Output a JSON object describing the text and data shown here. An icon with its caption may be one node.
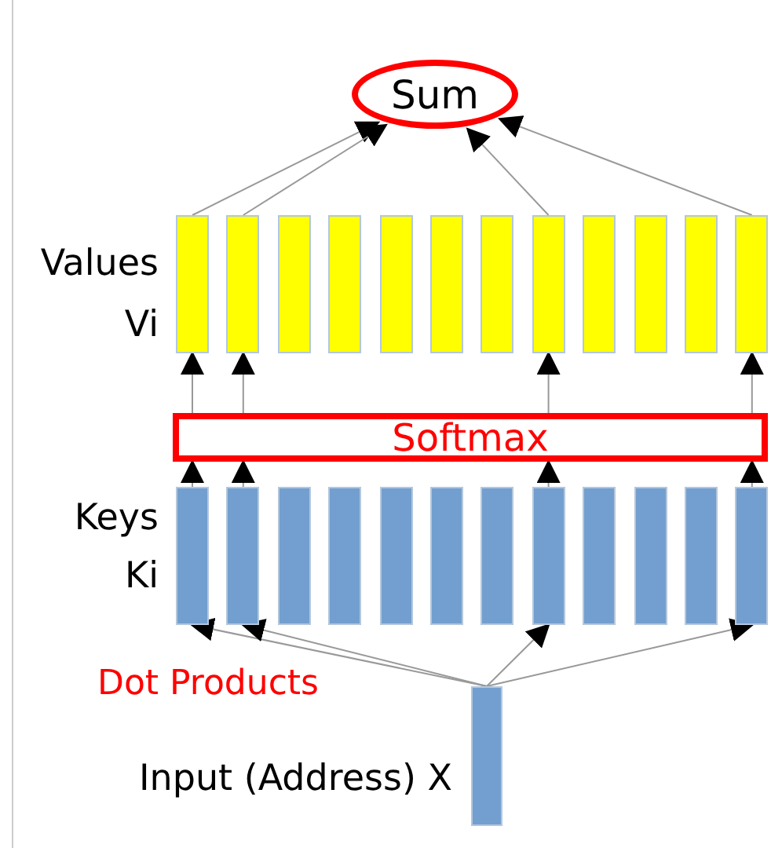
{
  "diagram": {
    "nodes": [
      {
        "text": [
          "Sum"
        ]
      },
      {
        "text": [],
        "shape": "bar"
      },
      {
        "text": [],
        "shape": "bar"
      },
      {
        "text": [],
        "shape": "bar"
      },
      {
        "text": [],
        "shape": "bar"
      },
      {
        "text": [],
        "shape": "bar"
      },
      {
        "text": [],
        "shape": "bar"
      },
      {
        "text": [],
        "shape": "bar"
      },
      {
        "text": [],
        "shape": "bar"
      },
      {
        "text": [],
        "shape": "bar"
      },
      {
        "text": [],
        "shape": "bar"
      },
      {
        "text": [],
        "shape": "bar"
      },
      {
        "text": [],
        "shape": "bar"
      },
      {
        "text": [
          "Softmax"
        ]
      },
      {
        "text": [],
        "shape": "bar"
      },
      {
        "text": [],
        "shape": "bar"
      },
      {
        "text": [],
        "shape": "bar"
      },
      {
        "text": [],
        "shape": "bar"
      },
      {
        "text": [],
        "shape": "bar"
      },
      {
        "text": [],
        "shape": "bar"
      },
      {
        "text": [],
        "shape": "bar"
      },
      {
        "text": [],
        "shape": "bar"
      },
      {
        "text": [],
        "shape": "bar"
      },
      {
        "text": [],
        "shape": "bar"
      },
      {
        "text": [],
        "shape": "bar"
      },
      {
        "text": [],
        "shape": "bar"
      },
      {
        "text": [],
        "shape": "bar",
        "beside": [
          "Input (Address) X"
        ]
      }
    ],
    "edges": [
      {
        "from": 26,
        "to": 14,
        "arrow": "to"
      },
      {
        "from": 26,
        "to": 15,
        "arrow": "to"
      },
      {
        "from": 26,
        "to": 21,
        "arrow": "to"
      },
      {
        "from": 26,
        "to": 25,
        "arrow": "to"
      },
      {
        "from": 14,
        "to": 13,
        "arrow": "to"
      },
      {
        "from": 15,
        "to": 13,
        "arrow": "to"
      },
      {
        "from": 21,
        "to": 13,
        "arrow": "to"
      },
      {
        "from": 25,
        "to": 13,
        "arrow": "to"
      },
      {
        "from": 13,
        "to": 1,
        "arrow": "to"
      },
      {
        "from": 13,
        "to": 2,
        "arrow": "to"
      },
      {
        "from": 13,
        "to": 8,
        "arrow": "to"
      },
      {
        "from": 13,
        "to": 12,
        "arrow": "to"
      },
      {
        "from": 1,
        "to": 0,
        "arrow": "to"
      },
      {
        "from": 2,
        "to": 0,
        "arrow": "to"
      },
      {
        "from": 8,
        "to": 0,
        "arrow": "to"
      },
      {
        "from": 12,
        "to": 0,
        "arrow": "to"
      }
    ],
    "labels": [
      "Values",
      "Vi",
      "Keys",
      "Ki",
      "Dot Products"
    ]
  }
}
